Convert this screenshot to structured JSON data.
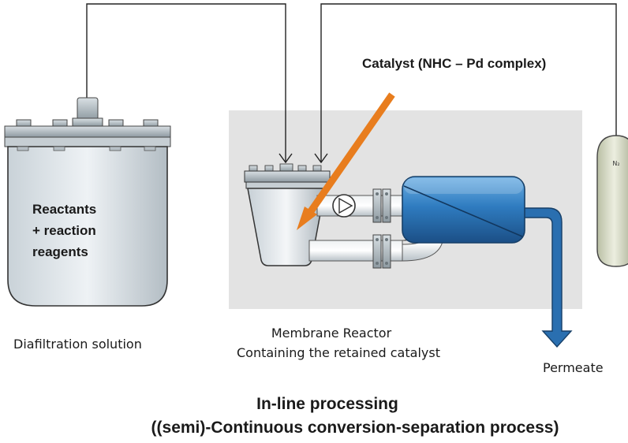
{
  "labels": {
    "catalyst": "Catalyst (NHC – Pd complex)",
    "reactants_line1": "Reactants",
    "reactants_line2": "+ reaction",
    "reactants_line3": "reagents",
    "diafiltration": "Diafiltration solution",
    "membrane_line1": "Membrane Reactor",
    "membrane_line2": "Containing the retained catalyst",
    "permeate": "Permeate",
    "n2_tank": "N₂",
    "footer_line1": "In-line processing",
    "footer_line2": "((semi)-Continuous conversion-separation process)"
  },
  "colors": {
    "membrane_module": "#2f7cc0",
    "permeate_pipe": "#2a6fb0",
    "catalyst_arrow": "#e87d1e",
    "process_area": "#e3e3e3",
    "vessel_metal": "#9aa6ad"
  }
}
